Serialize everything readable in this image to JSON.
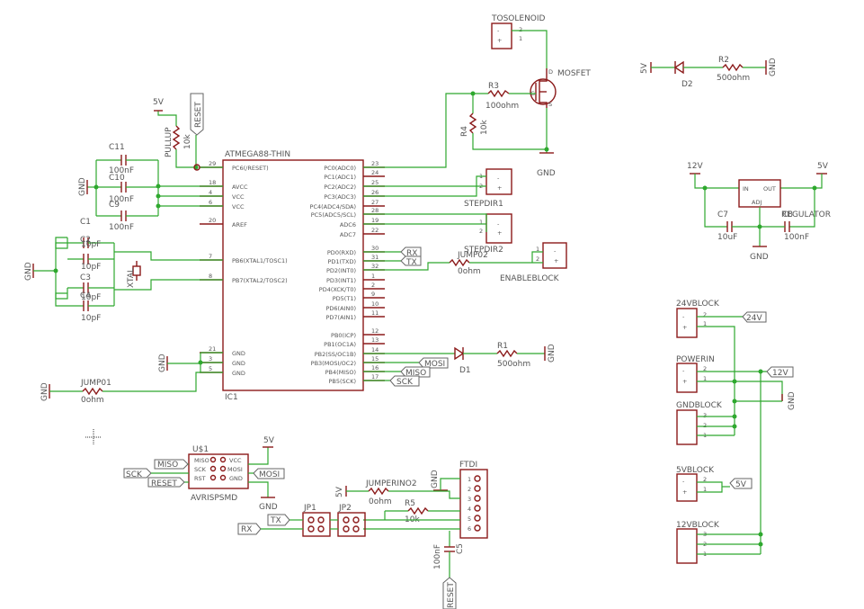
{
  "schematic": {
    "mcu": {
      "name": "ATMEGA88-THIN",
      "ref": "IC1",
      "left_pins": [
        {
          "num": "29",
          "label": "PC6(/RESET)"
        },
        {
          "num": "18",
          "label": "AVCC"
        },
        {
          "num": "4",
          "label": "VCC"
        },
        {
          "num": "6",
          "label": "VCC"
        },
        {
          "num": "20",
          "label": "AREF"
        },
        {
          "num": "7",
          "label": "PB6(XTAL1/TOSC1)"
        },
        {
          "num": "8",
          "label": "PB7(XTAL2/TOSC2)"
        },
        {
          "num": "21",
          "label": "GND"
        },
        {
          "num": "3",
          "label": "GND"
        },
        {
          "num": "5",
          "label": "GND"
        }
      ],
      "right_pins": [
        {
          "num": "23",
          "label": "PC0(ADC0)"
        },
        {
          "num": "24",
          "label": "PC1(ADC1)"
        },
        {
          "num": "25",
          "label": "PC2(ADC2)"
        },
        {
          "num": "26",
          "label": "PC3(ADC3)"
        },
        {
          "num": "27",
          "label": "PC4(ADC4/SDA)"
        },
        {
          "num": "28",
          "label": "PC5(ADC5/SCL)"
        },
        {
          "num": "19",
          "label": "ADC6"
        },
        {
          "num": "22",
          "label": "ADC7"
        },
        {
          "num": "30",
          "label": "PD0(RXD)"
        },
        {
          "num": "31",
          "label": "PD1(TXD)"
        },
        {
          "num": "32",
          "label": "PD2(INT0)"
        },
        {
          "num": "1",
          "label": "PD3(INT1)"
        },
        {
          "num": "2",
          "label": "PD4(XCK/T0)"
        },
        {
          "num": "9",
          "label": "PD5(T1)"
        },
        {
          "num": "10",
          "label": "PD6(AIN0)"
        },
        {
          "num": "11",
          "label": "PD7(AIN1)"
        },
        {
          "num": "12",
          "label": "PB0(ICP)"
        },
        {
          "num": "13",
          "label": "PB1(OC1A)"
        },
        {
          "num": "14",
          "label": "PB2(SS/OC1B)"
        },
        {
          "num": "15",
          "label": "PB3(MOSI/OC2)"
        },
        {
          "num": "16",
          "label": "PB4(MISO)"
        },
        {
          "num": "17",
          "label": "PB5(SCK)"
        }
      ]
    },
    "labels": {
      "pullup": "PULLUP",
      "pullup_val": "10k",
      "c11": "C11",
      "c10": "C10",
      "c9": "C9",
      "c_100nf": "100nF",
      "c1": "C1",
      "c2": "C2",
      "c3": "C3",
      "c4": "C4",
      "c_10pf": "10pF",
      "xtal": "XTAL",
      "gnd": "GND",
      "v5": "5V",
      "v12": "12V",
      "reset": "RESET",
      "jump01": "JUMP01",
      "jump02": "JUMP02",
      "ohm0": "0ohm",
      "tosolenoid": "TOSOLENOID",
      "mosfet": "MOSFET",
      "r3": "R3",
      "r3_val": "100ohm",
      "r4": "R4",
      "r4_val": "10k",
      "g": "G",
      "d": "D",
      "s": "S",
      "stepdir1": "STEPDIR1",
      "stepdir2": "STEPDIR2",
      "enableblock": "ENABLEBLOCK",
      "rx": "RX",
      "tx": "TX",
      "mosi": "MOSI",
      "miso": "MISO",
      "sck": "SCK",
      "d1": "D1",
      "r1": "R1",
      "r1_val": "500ohm",
      "d2": "D2",
      "r2": "R2",
      "r2_val": "500ohm",
      "regulator": "REGULATOR",
      "reg_in": "IN",
      "reg_out": "OUT",
      "reg_adj": "ADJ",
      "c7": "C7",
      "c7_val": "10uF",
      "c8": "C8",
      "c8_val": "100nF",
      "v24block": "24VBLOCK",
      "powerin": "POWERIN",
      "gndblock": "GNDBLOCK",
      "v5block": "5VBLOCK",
      "v12block": "12VBLOCK",
      "v24": "24V",
      "us1": "U$1",
      "avrispsmd": "AVRISPSMD",
      "isp_miso": "MISO",
      "isp_sck": "SCK",
      "isp_rst": "RST",
      "isp_vcc": "VCC",
      "isp_mosi": "MOSI",
      "isp_gnd": "GND",
      "jumperino2": "JUMPERINO2",
      "r5": "R5",
      "r5_val": "10k",
      "ftdi": "FTDI",
      "c5": "C5",
      "c5_val": "100nF",
      "jp1": "JP1",
      "jp2": "JP2",
      "n1": "1",
      "n2": "2",
      "n3": "3",
      "n4": "4",
      "n5": "5",
      "n6": "6",
      "plus": "+",
      "minus": "-"
    }
  },
  "colors": {
    "part": "#8b1a1a",
    "wire": "#2ea82e",
    "label": "#555555"
  }
}
